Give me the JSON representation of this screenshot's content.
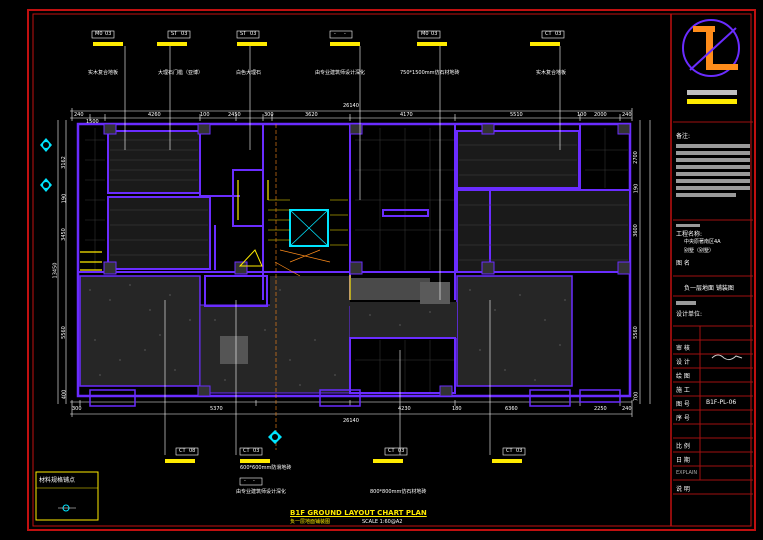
{
  "drawing": {
    "title": "B1F GROUND LAYOUT CHART PLAN",
    "subtitle": "负一层地面铺装图",
    "scale": "SCALE 1:60@A2",
    "top_dim_total": "26140",
    "bottom_dim_total": "26140",
    "top_dims": [
      "240",
      "1500",
      "4260",
      "100",
      "2450",
      "300",
      "3620",
      "4170",
      "5510",
      "100",
      "2000",
      "240"
    ],
    "bottom_dims": [
      "300",
      "5370",
      "4230",
      "180",
      "6360",
      "2250",
      "240"
    ],
    "left_dims": [
      "3162",
      "190",
      "3450",
      "13450",
      "5560",
      "400"
    ],
    "right_dims": [
      "2700",
      "190",
      "3600",
      "5560",
      "700"
    ]
  },
  "callouts_top": [
    {
      "code1": "M0",
      "code2": "03",
      "text": "实木复合地板"
    },
    {
      "code1": "ST",
      "code2": "03",
      "text": "大理石门槛（亚博）"
    },
    {
      "code1": "ST",
      "code2": "03",
      "text": "白色大理石"
    },
    {
      "code1": "-",
      "code2": "-",
      "text": "由专业建筑师设计深化"
    },
    {
      "code1": "M0",
      "code2": "03",
      "text": "750*1500mm仿石材地砖"
    },
    {
      "code1": "CT",
      "code2": "03",
      "text": "实木复合地板"
    }
  ],
  "callouts_bottom": [
    {
      "code1": "CT",
      "code2": "08",
      "text": ""
    },
    {
      "code1": "CT",
      "code2": "03",
      "text": "600*600mm防滑地砖"
    },
    {
      "code1": "-",
      "code2": "-",
      "text": "由专业建筑师设计深化"
    },
    {
      "code1": "CT",
      "code2": "03",
      "text": "800*800mm仿石材地砖"
    },
    {
      "code1": "CT",
      "code2": "03",
      "text": ""
    }
  ],
  "legend": {
    "label": "材料规格铺点"
  },
  "title_block": {
    "company_line": "",
    "remark_label": "备注:",
    "project_label": "工程名称:",
    "project_name_line1": "中央原著南区4A",
    "project_name_line2": "别墅（别墅）",
    "drawing_name_label": "图  名",
    "drawing_name": "负一层地面 铺装图",
    "design_unit_label": "设计单位:",
    "review_label": "审 核",
    "design_label": "设 计",
    "draw_label": "绘 图",
    "construct_label": "施 工",
    "drawing_no_label": "图 号",
    "drawing_no": "B1F-PL-06",
    "seq_label": "序 号",
    "ratio_label": "比 例",
    "date_label": "日 期",
    "explain_en": "EXPLAIN",
    "explain_label": "说 明"
  },
  "colors": {
    "frame": "#c01010",
    "wall": "#6a2cff",
    "yellow": "#ffeb00",
    "cyan": "#00e5ff",
    "orange": "#ff8c1a",
    "dim": "#ffffff"
  }
}
